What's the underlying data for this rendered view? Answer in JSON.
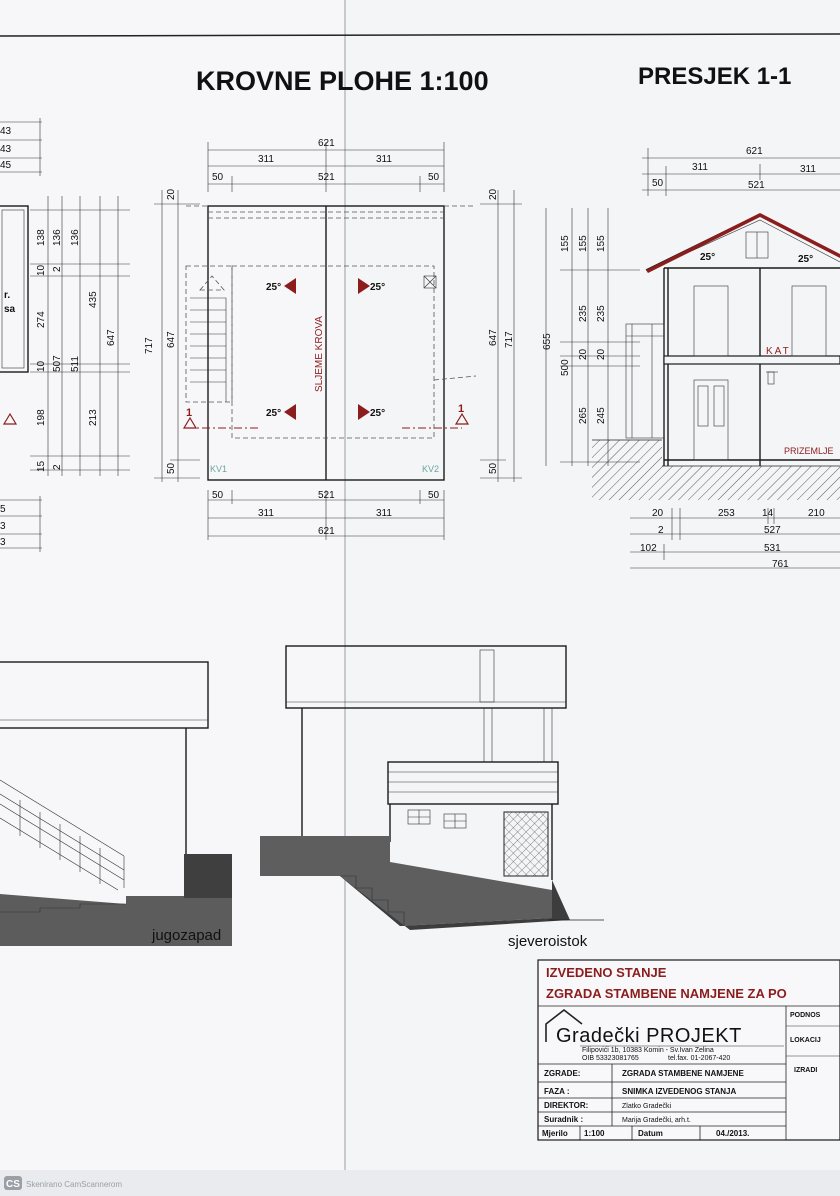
{
  "titles": {
    "roof": "KROVNE PLOHE 1:100",
    "section": "PRESJEK 1-1"
  },
  "roof_plan": {
    "top_total": "621",
    "top_left": "311",
    "top_right": "311",
    "top_edge_left": "50",
    "top_mid": "521",
    "top_edge_right": "50",
    "left_outer": "717",
    "left_inner": "647",
    "left_top": "20",
    "left_bottom": "50",
    "right_outer": "717",
    "right_inner": "647",
    "right_top": "20",
    "right_bottom": "50",
    "ridge_label": "SLJEME KROVA",
    "slope": "25°",
    "kv1": "KV1",
    "kv2": "KV2",
    "section_mark": "1",
    "bottom_edge_left": "50",
    "bottom_mid": "521",
    "bottom_edge_right": "50",
    "bottom_left": "311",
    "bottom_right": "311",
    "bottom_total": "621"
  },
  "section": {
    "top_total": "621",
    "top_left": "311",
    "top_right": "311",
    "top_edge": "50",
    "top_mid": "521",
    "dims_left": [
      "155",
      "155",
      "155",
      "235",
      "235",
      "20",
      "20",
      "265",
      "245"
    ],
    "total_a": "655",
    "total_b": "500",
    "slope": "25°",
    "floor_upper": "KAT",
    "floor_ground": "PRIZEMLJE",
    "bottom_row1": [
      "20",
      "253",
      "14",
      "210"
    ],
    "bottom_row2": [
      "2",
      "527"
    ],
    "bottom_row3": [
      "102",
      "531"
    ],
    "bottom_row4": "761"
  },
  "left_fragment": {
    "dims": [
      "138",
      "136",
      "136",
      "10",
      "2",
      "274",
      "435",
      "10",
      "507",
      "511",
      "647",
      "198",
      "213",
      "15",
      "2"
    ],
    "side_top": [
      "43",
      "43",
      "45"
    ],
    "side_bottom": [
      "5",
      "3",
      "3"
    ],
    "note1": "r.",
    "note2": "sa"
  },
  "elevations": {
    "southwest": "jugozapad",
    "northeast": "sjeveroistok"
  },
  "title_block": {
    "line1": "IZVEDENO STANJE",
    "line2": "ZGRADA STAMBENE NAMJENE ZA PO",
    "company": "Gradečki PROJEKT",
    "address": "Filipovići 1b, 10383 Komin - Sv.Ivan Zelina",
    "oib": "OIB 53323081765",
    "tel": "tel.fax. 01-2067-420",
    "side1": "PODNOS",
    "side2": "LOKACIJ",
    "side3": "IZRADI",
    "zgrade_label": "ZGRADE:",
    "zgrade_value": "ZGRADA STAMBENE NAMJENE",
    "faza_label": "FAZA :",
    "faza_value": "SNIMKA IZVEDENOG STANJA",
    "direktor_label": "DIREKTOR:",
    "direktor_value": "Zlatko Gradečki",
    "suradnik_label": "Suradnik :",
    "suradnik_value": "Marija Gradečki, arh.t.",
    "mjerilo_label": "Mjerilo",
    "mjerilo_value": "1:100",
    "datum_label": "Datum",
    "datum_value": "04./2013."
  },
  "scanner": {
    "badge": "CS",
    "text": "Skenirano CamScannerom"
  }
}
